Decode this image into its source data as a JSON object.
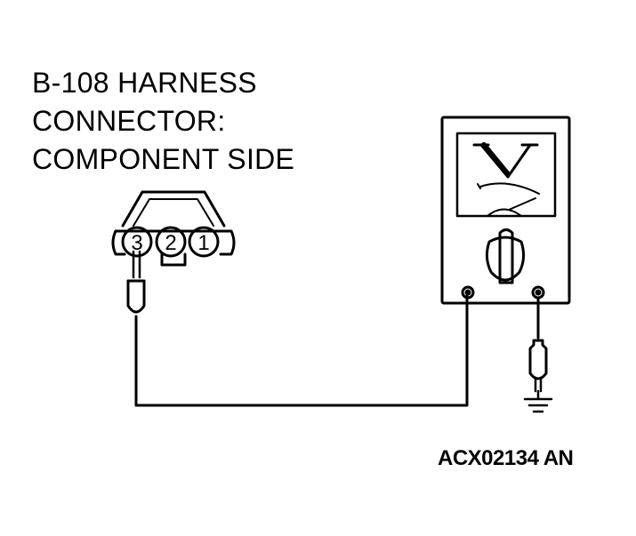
{
  "title": {
    "line1": "B-108 HARNESS",
    "line2": "CONNECTOR:",
    "line3": "COMPONENT SIDE"
  },
  "connector": {
    "pins": [
      "3",
      "2",
      "1"
    ]
  },
  "figure_code": "ACX02134 AN",
  "icons": {
    "connector": "harness-connector-icon",
    "voltmeter": "voltmeter-icon",
    "ground": "ground-icon"
  },
  "colors": {
    "line": "#000000",
    "background": "#ffffff"
  }
}
